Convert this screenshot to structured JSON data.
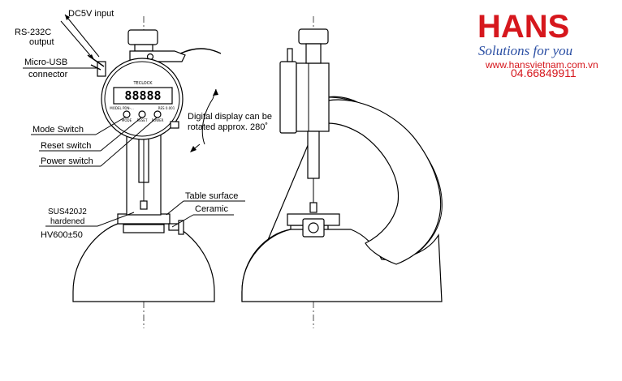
{
  "logo": {
    "brand": "HANS",
    "slogan": "Solutions for you",
    "url": "www.hansvietnam.com.vn",
    "phone": "04.66849911",
    "brand_color": "#d6171d",
    "text_color": "#2a4ea3"
  },
  "callouts": {
    "dc_input": "DC5V input",
    "rs232c": "RS-232C",
    "output": "output",
    "micro_usb": "Micro-USB",
    "connector": "connector",
    "mode_switch": "Mode Switch",
    "reset_switch": "Reset switch",
    "power_switch": "Power switch",
    "rotate_line1": "Digital display can be",
    "rotate_line2": "rotated approx. 280˚",
    "table_surface": "Table surface",
    "ceramic": "Ceramic",
    "sus": "SUS420J2",
    "hardened": "hardened",
    "hv": "HV600±50"
  },
  "gauge": {
    "display": "88888",
    "brand_mark": "TECLOCK",
    "model": "MODEL PDN-...",
    "spec": "RES 0.001",
    "btn1": "MODE",
    "btn2": "RESET",
    "btn3": "POWER"
  }
}
